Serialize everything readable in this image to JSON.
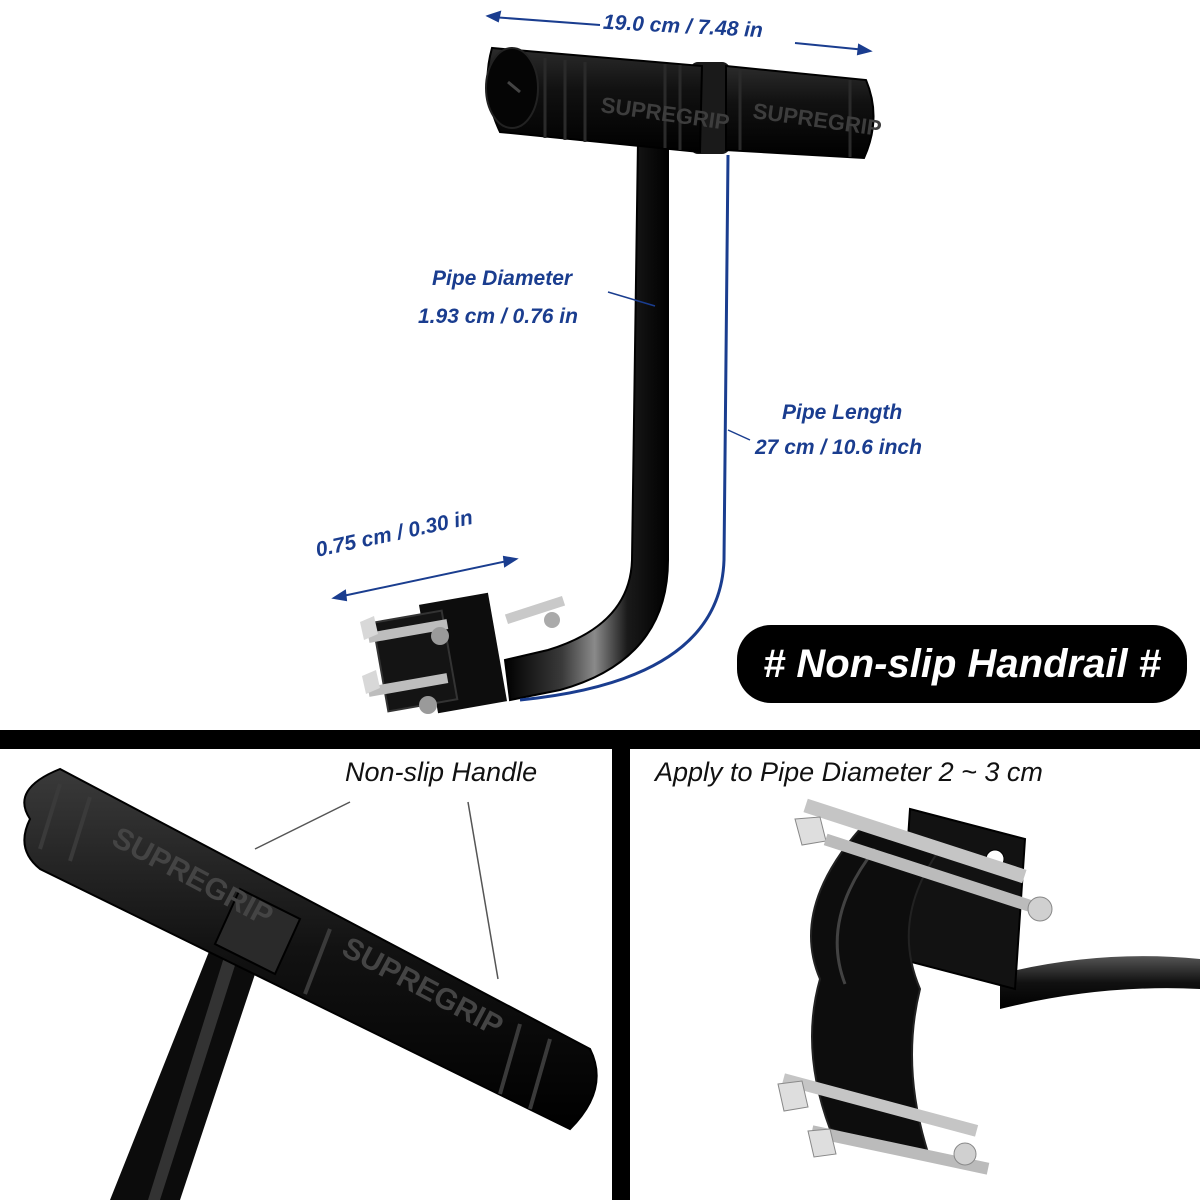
{
  "top": {
    "dim_grip_width": "19.0 cm / 7.48 in",
    "dim_pipe_diameter_label": "Pipe Diameter",
    "dim_pipe_diameter_value": "1.93 cm / 0.76 in",
    "dim_pipe_length_label": "Pipe Length",
    "dim_pipe_length_value": "27 cm / 10.6 inch",
    "dim_clamp": "0.75 cm / 0.30 in",
    "badge": "# Non-slip Handrail #",
    "grip_brand": "SUPREGRIP"
  },
  "bottom_left": {
    "caption": "Non-slip Handle",
    "grip_brand": "SUPREGRIP"
  },
  "bottom_right": {
    "caption": "Apply to Pipe Diameter 2 ~ 3 cm"
  },
  "colors": {
    "dimension_text": "#1a3d8f",
    "dimension_line": "#1a3d8f",
    "product_black": "#0b0b0b",
    "background": "#ffffff"
  }
}
